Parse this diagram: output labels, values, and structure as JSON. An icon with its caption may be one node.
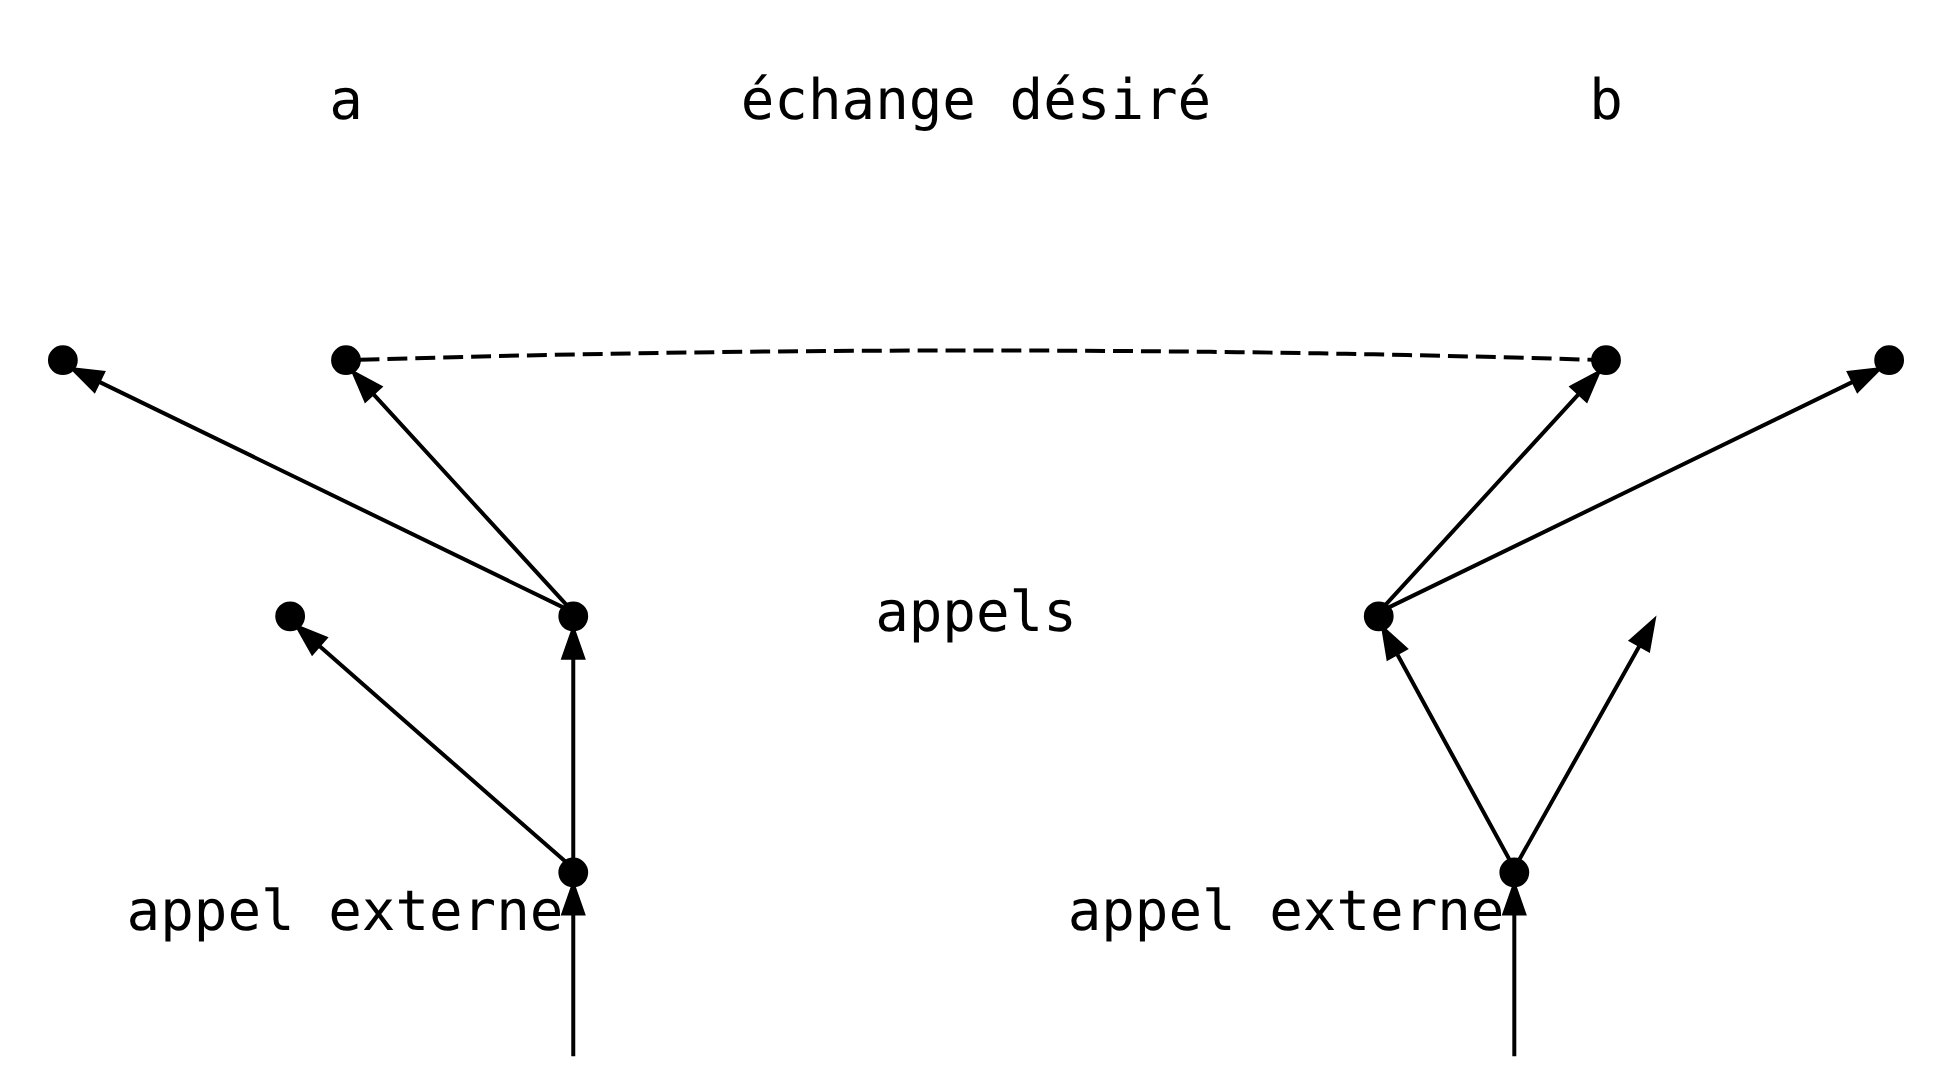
{
  "diagram": {
    "nodes": [
      {
        "text": [],
        "shape": "circle"
      },
      {
        "text": [],
        "shape": "circle",
        "beside": [
          "a"
        ]
      },
      {
        "text": [],
        "shape": "circle",
        "beside": [
          "b"
        ]
      },
      {
        "text": [],
        "shape": "circle"
      },
      {
        "text": [],
        "shape": "circle"
      },
      {
        "text": [],
        "shape": "circle"
      },
      {
        "text": [],
        "shape": "circle"
      },
      {
        "text": [],
        "shape": "circle",
        "beside": [
          "appel externe"
        ]
      },
      {
        "text": [],
        "shape": "circle",
        "beside": [
          "appel externe"
        ]
      }
    ],
    "edges": [
      {
        "from": 5,
        "to": 0,
        "arrow": "to"
      },
      {
        "from": 5,
        "to": 1,
        "arrow": "to"
      },
      {
        "from": 7,
        "to": 4,
        "arrow": "to"
      },
      {
        "from": 7,
        "to": 5,
        "arrow": "to"
      },
      {
        "from": 1,
        "to": 2,
        "arrow": "none",
        "style": "dashed"
      },
      {
        "from": 6,
        "to": 2,
        "arrow": "to"
      },
      {
        "from": 6,
        "to": 3,
        "arrow": "to"
      },
      {
        "from": 8,
        "to": 6,
        "arrow": "to"
      },
      {
        "from": 8,
        "to": null,
        "arrow": "to"
      },
      {
        "from": null,
        "to": 7,
        "arrow": "to"
      },
      {
        "from": null,
        "to": 8,
        "arrow": "to"
      }
    ],
    "labels": [
      "échange désiré",
      "appels"
    ]
  }
}
